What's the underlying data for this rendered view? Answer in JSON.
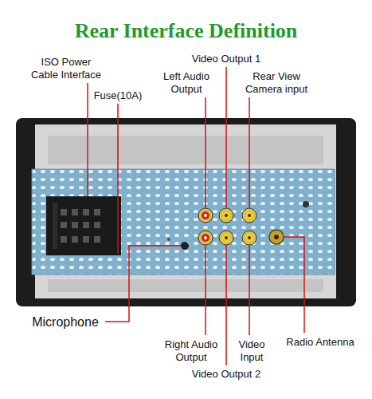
{
  "diagram": {
    "title": "Rear Interface Definition",
    "labels": [
      "ISO Power Cable Interface",
      "Fuse(10A)",
      "Video Output 1",
      "Left Audio Output",
      "Rear View Camera input",
      "Microphone",
      "Right Audio Output",
      "Video Output 2",
      "Video Input",
      "Radio Antenna"
    ]
  }
}
